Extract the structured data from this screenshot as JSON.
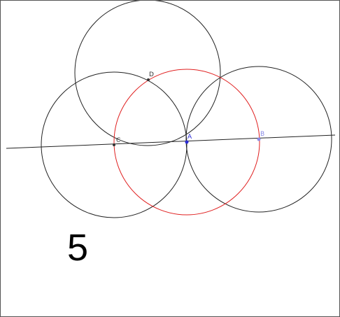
{
  "figure_number": "5",
  "colors": {
    "black_stroke": "#222222",
    "red_stroke": "#e02020",
    "point_A": "#2b2bd6",
    "point_B": "#8a8ae6",
    "point_dark": "#333333"
  },
  "points": {
    "A": {
      "label": "A"
    },
    "B": {
      "label": "B"
    },
    "C": {
      "label": "C"
    },
    "D": {
      "label": "D"
    }
  }
}
